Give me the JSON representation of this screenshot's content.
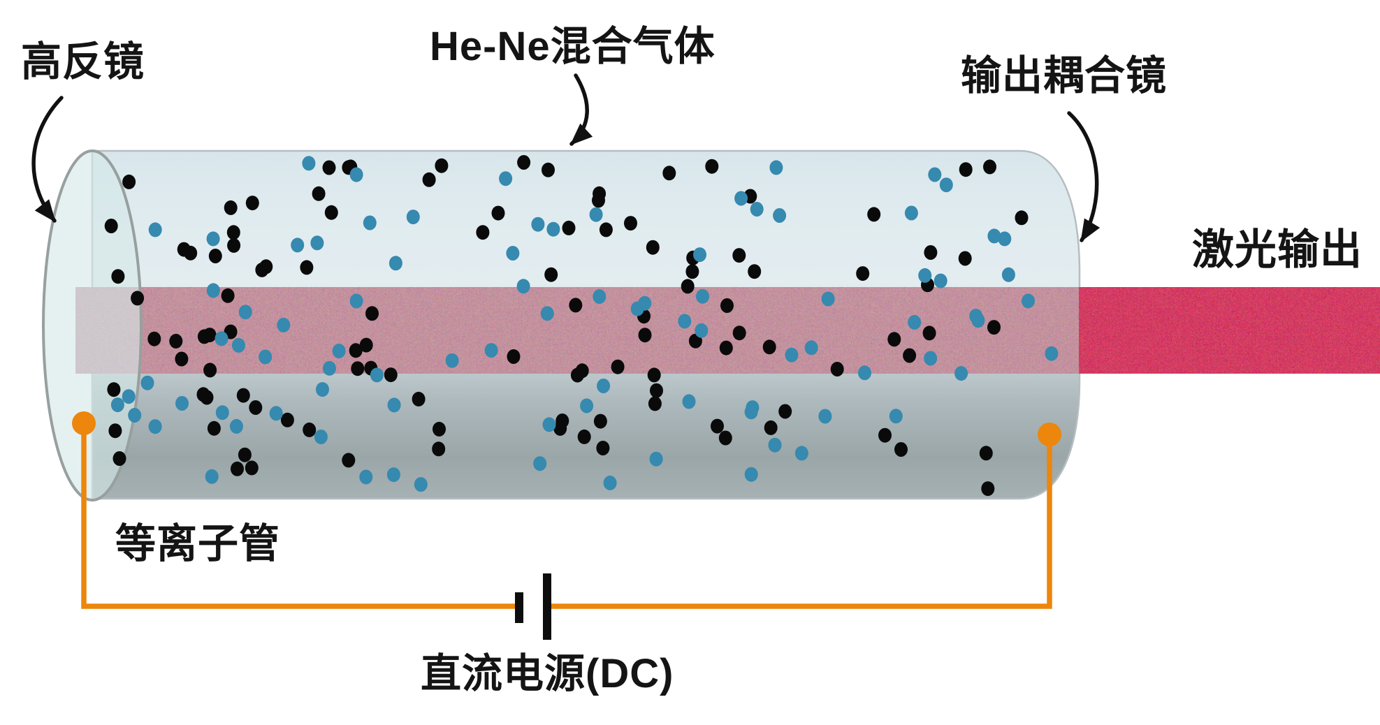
{
  "labels": {
    "high_reflector": "高反镜",
    "gas_mixture": "He-Ne混合气体",
    "output_coupler": "输出耦合镜",
    "laser_output": "激光输出",
    "plasma_tube": "等离子管",
    "dc_supply": "直流电源(DC)"
  },
  "colors": {
    "beam_internal": "#c88f9d",
    "beam_output": "#e21447",
    "wire": "#ec860c",
    "atom_black": "#0a0a0a",
    "atom_blue": "#3689af",
    "tube_top": "#dcebf0",
    "tube_bottom": "#9aa6a8",
    "mirror_fill": "rgba(213,233,232,0.62)",
    "arrow": "#111111"
  },
  "particles": {
    "seed": 20240817,
    "radius_x": 9.5,
    "radius_y": 10.5,
    "region": {
      "x_min": 152,
      "x_max": 1505,
      "y_min": 230,
      "y_max": 700
    },
    "species": [
      {
        "name": "black-atoms",
        "count": 112,
        "color": "#0a0a0a"
      },
      {
        "name": "blue-atoms",
        "count": 88,
        "color": "#3689af"
      }
    ]
  }
}
